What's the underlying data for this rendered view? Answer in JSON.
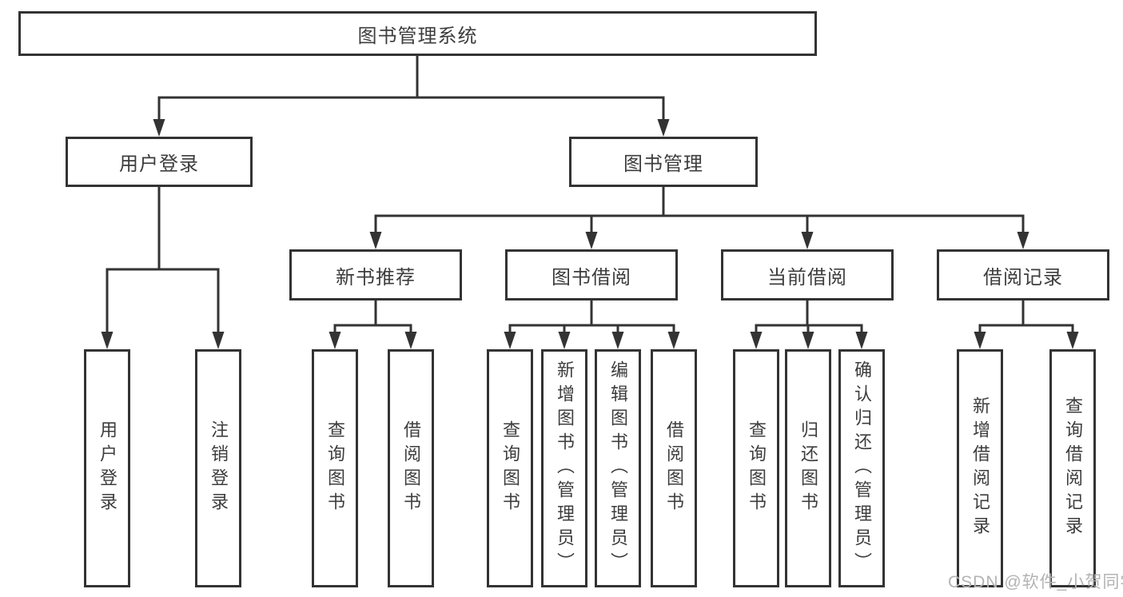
{
  "tree": {
    "root": "图书管理系统",
    "children": [
      {
        "label": "用户登录",
        "children": [
          {
            "label": "用户登录"
          },
          {
            "label": "注销登录"
          }
        ]
      },
      {
        "label": "图书管理",
        "children": [
          {
            "label": "新书推荐",
            "children": [
              {
                "label": "查询图书"
              },
              {
                "label": "借阅图书"
              }
            ]
          },
          {
            "label": "图书借阅",
            "children": [
              {
                "label": "查询图书"
              },
              {
                "label": "新增图书（管理员）"
              },
              {
                "label": "编辑图书（管理员）"
              },
              {
                "label": "借阅图书"
              }
            ]
          },
          {
            "label": "当前借阅",
            "children": [
              {
                "label": "查询图书"
              },
              {
                "label": "归还图书"
              },
              {
                "label": "确认归还（管理员）"
              }
            ]
          },
          {
            "label": "借阅记录",
            "children": [
              {
                "label": "新增借阅记录"
              },
              {
                "label": "查询借阅记录"
              }
            ]
          }
        ]
      }
    ]
  },
  "watermark": {
    "text": "CSDN @软件_小贺同学"
  },
  "colors": {
    "line": "#333333",
    "box_border": "#333333",
    "box_background": "#ffffff",
    "text": "#3d3d3d",
    "watermark": "#b3b3b3"
  }
}
